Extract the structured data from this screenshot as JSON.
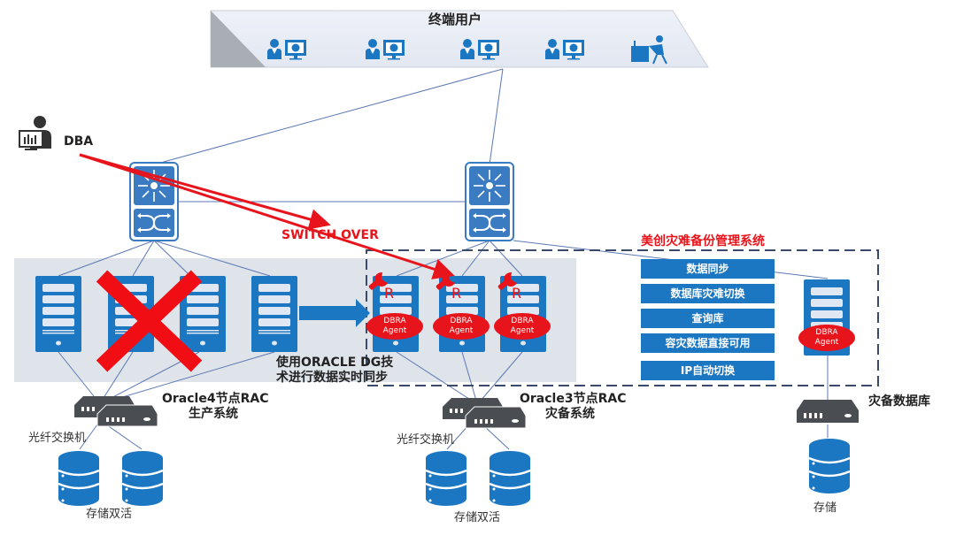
{
  "title": "终端用户",
  "dba_label": "DBA",
  "switch_over_label": "SWITCH OVER",
  "mgmt_system": {
    "title": "美创灾难备份管理系统",
    "items": [
      "数据同步",
      "数据库灾难切换",
      "查询库",
      "容灾数据直接可用",
      "IP自动切换"
    ]
  },
  "agent_label_line1": "DBRA",
  "agent_label_line2": "Agent",
  "replication_badge": "R",
  "dg_sync_text": [
    "使用ORACLE DG技",
    "术进行数据实时同步"
  ],
  "production": {
    "title_line1": "Oracle4节点RAC",
    "title_line2": "生产系统",
    "fc_switch_label": "光纤交换机",
    "storage_label": "存储双活"
  },
  "standby": {
    "title_line1": "Oracle3节点RAC",
    "title_line2": "灾备系统",
    "fc_switch_label": "光纤交换机",
    "storage_label": "存储双活"
  },
  "dr_database": {
    "title": "灾备数据库",
    "storage_label": "存储"
  },
  "colors": {
    "accent_blue": "#1c77c3",
    "alert_red": "#e8141b",
    "panel_gray": "#dfe3ea",
    "line_blue": "#5b79b5"
  }
}
